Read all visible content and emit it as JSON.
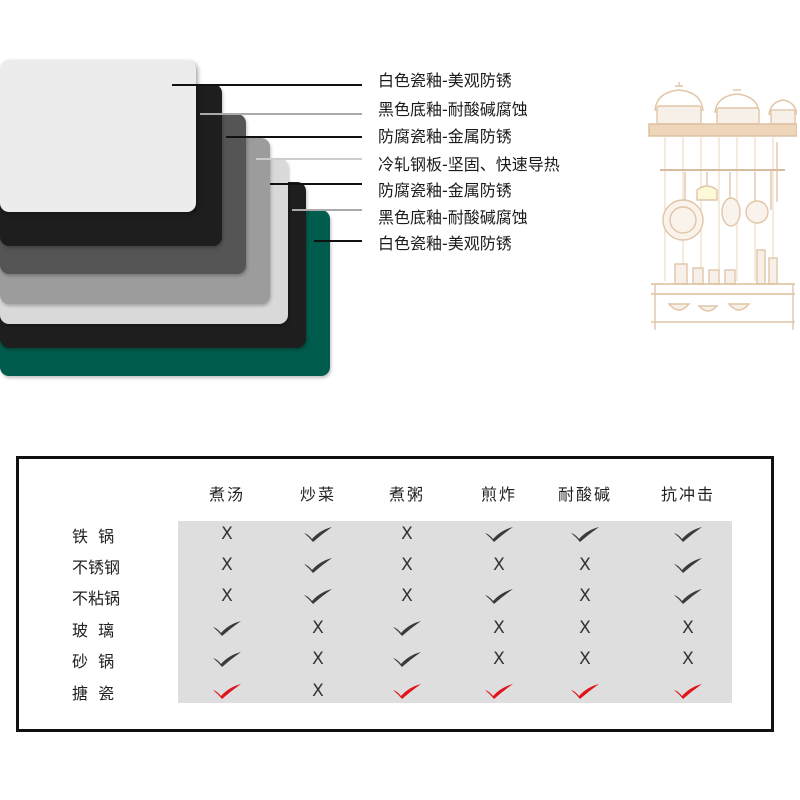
{
  "layers": [
    {
      "label": "白色瓷釉-美观防锈",
      "color": "#ececec",
      "line_color": "#111111"
    },
    {
      "label": "黑色底釉-耐酸碱腐蚀",
      "color": "#1e1e1e",
      "line_color": "#aaaaaa"
    },
    {
      "label": "防腐瓷釉-金属防锈",
      "color": "#555555",
      "line_color": "#111111"
    },
    {
      "label": "冷轧钢板-坚固、快速导热",
      "color": "#9c9c9c",
      "line_color": "#cccccc"
    },
    {
      "label": "防腐瓷釉-金属防锈",
      "color": "#d9d9d9",
      "line_color": "#111111"
    },
    {
      "label": "黑色底釉-耐酸碱腐蚀",
      "color": "#1e1e1e",
      "line_color": "#aaaaaa"
    },
    {
      "label": "白色瓷釉-美观防锈",
      "color": "#005c4c",
      "line_color": "#111111"
    }
  ],
  "table": {
    "columns": [
      "煮汤",
      "炒菜",
      "煮粥",
      "煎炸",
      "耐酸碱",
      "抗冲击"
    ],
    "rows": [
      {
        "label": "铁  锅",
        "cells": [
          "x",
          "check",
          "x",
          "check",
          "check",
          "check"
        ]
      },
      {
        "label": "不锈钢",
        "cells": [
          "x",
          "check",
          "x",
          "x",
          "x",
          "check"
        ]
      },
      {
        "label": "不粘锅",
        "cells": [
          "x",
          "check",
          "x",
          "check",
          "x",
          "check"
        ]
      },
      {
        "label": "玻  璃",
        "cells": [
          "check",
          "x",
          "check",
          "x",
          "x",
          "x"
        ]
      },
      {
        "label": "砂  锅",
        "cells": [
          "check",
          "x",
          "check",
          "x",
          "x",
          "x"
        ]
      },
      {
        "label": "搪  瓷",
        "cells": [
          "red-check",
          "x",
          "red-check",
          "red-check",
          "red-check",
          "red-check"
        ]
      }
    ],
    "x_symbol": "X",
    "colors": {
      "check": "#3a3a3a",
      "red-check": "#e0151b",
      "table_bg": "#dedede"
    }
  }
}
